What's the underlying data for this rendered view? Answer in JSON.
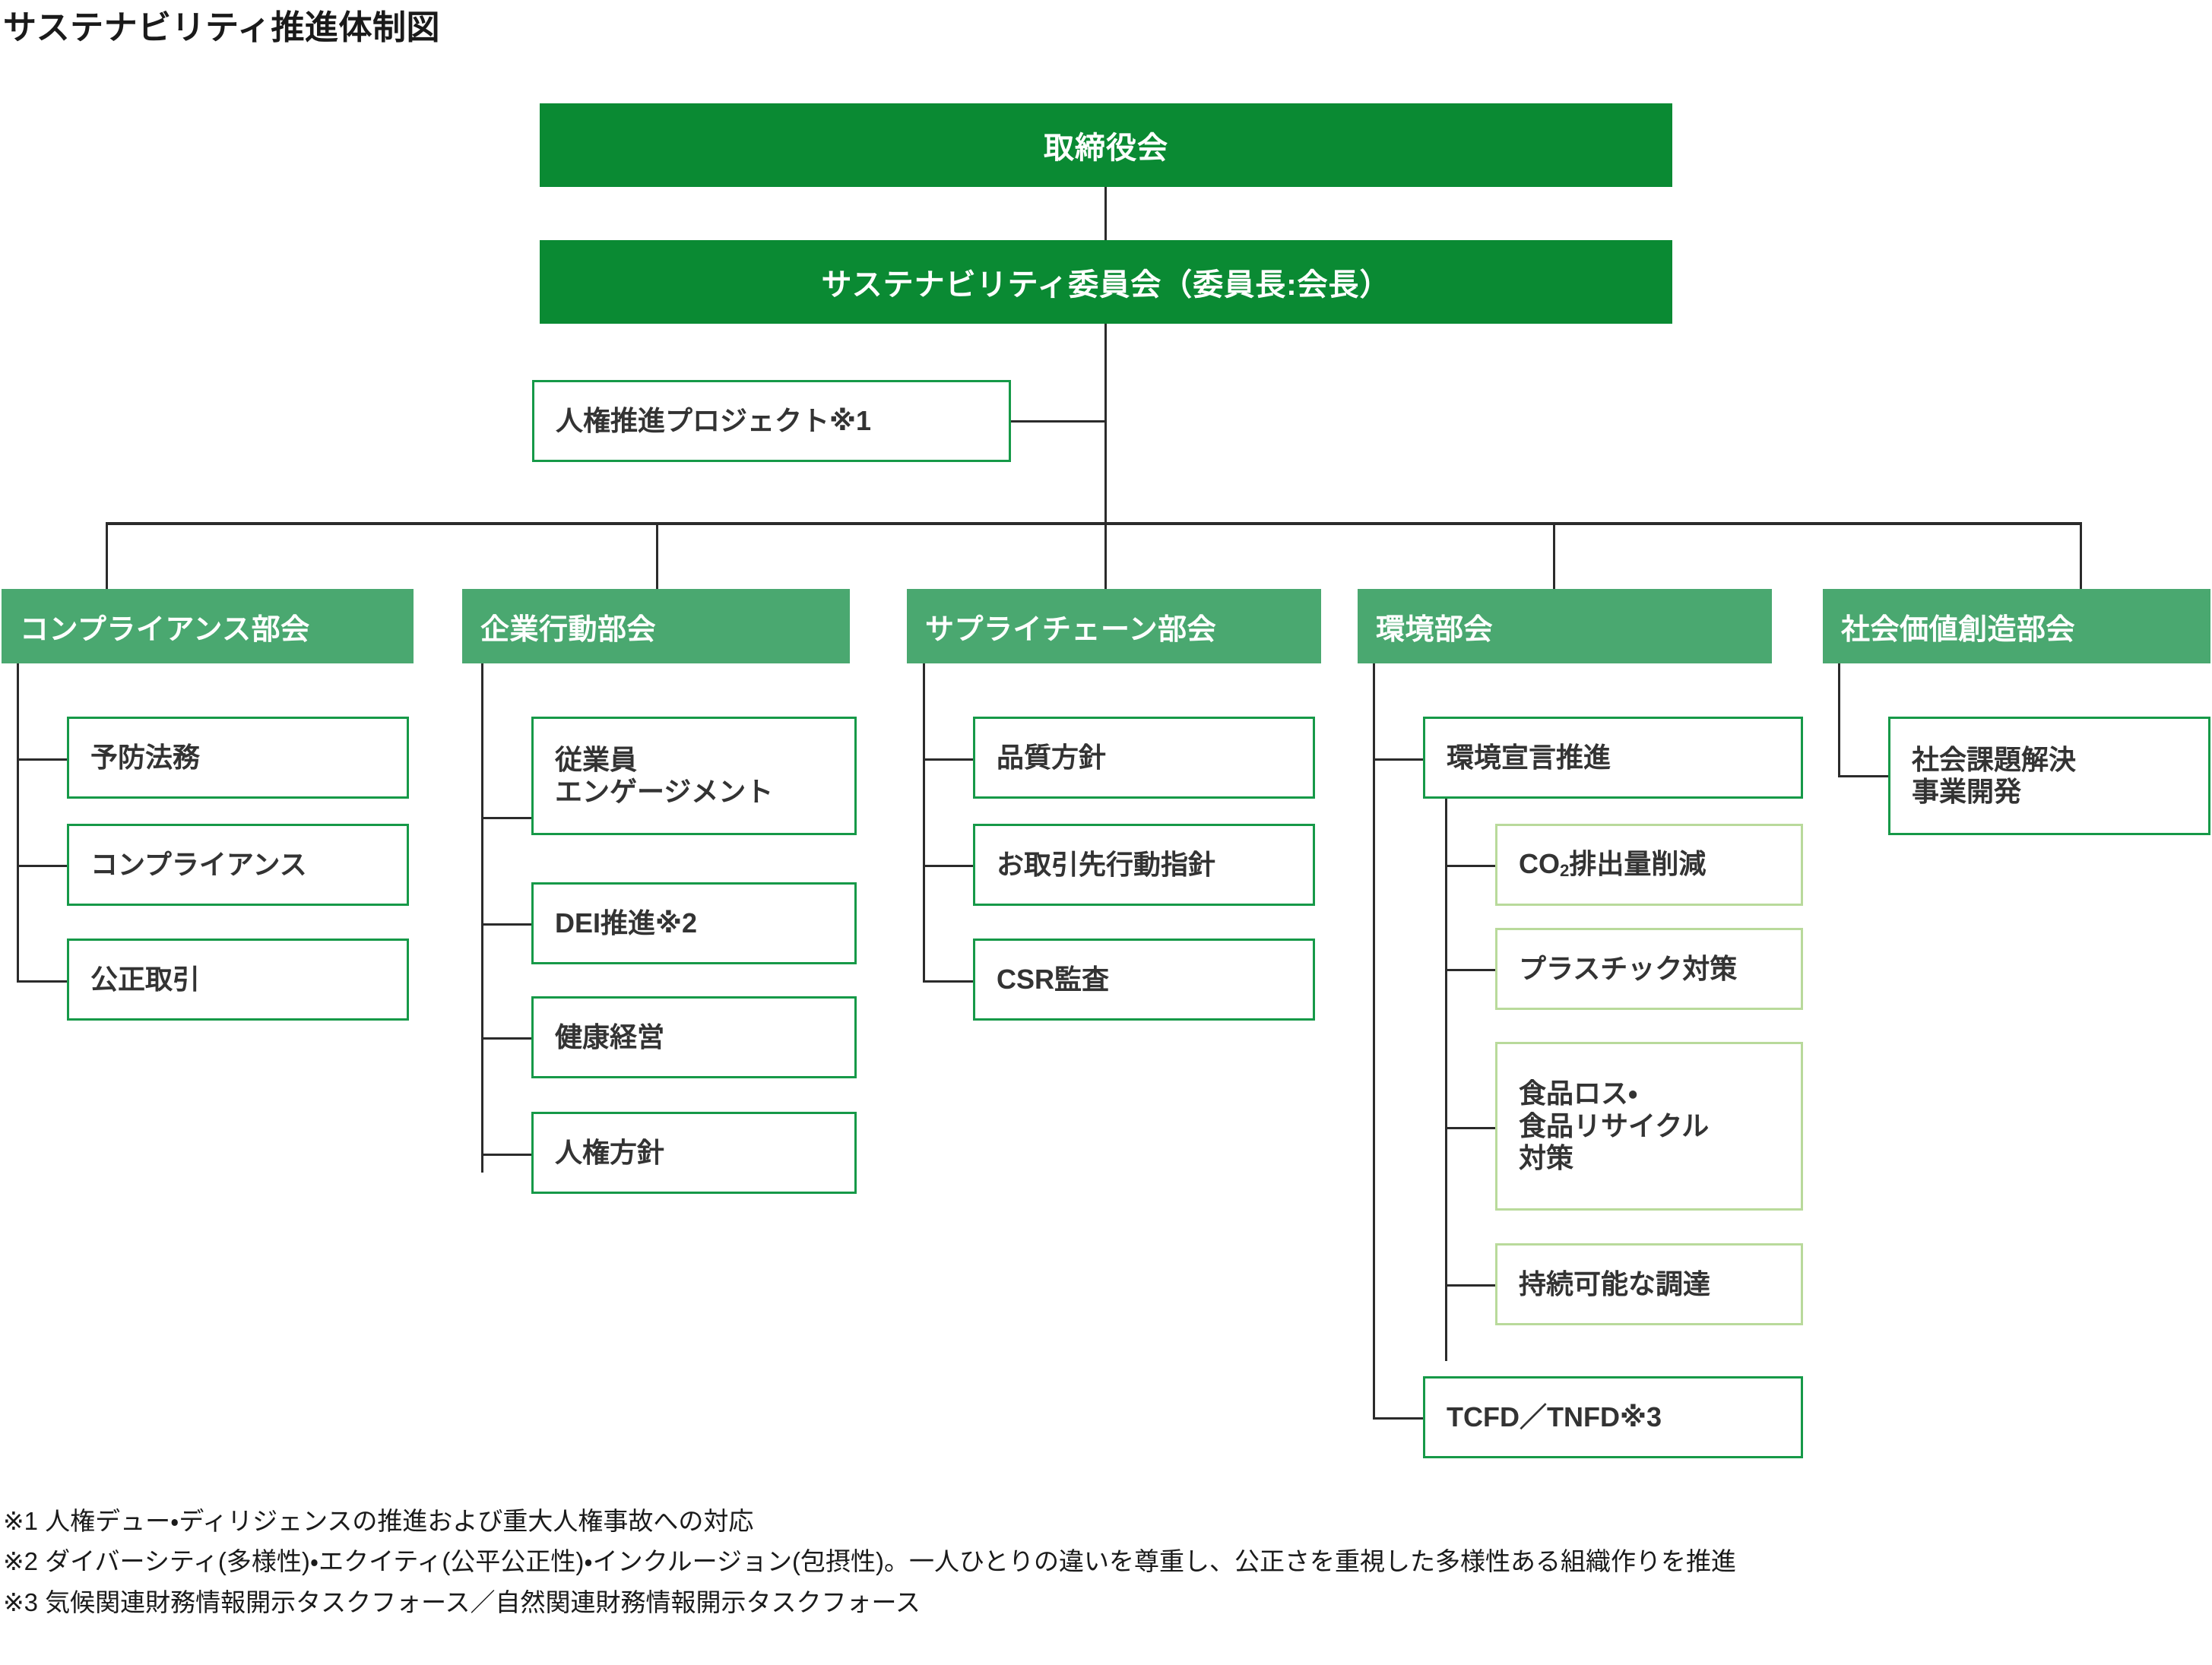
{
  "title": "サステナビリティ推進体制図",
  "colors": {
    "dark_green": "#0a8a33",
    "mid_green": "#4aa870",
    "border_green": "#169948",
    "border_light_green": "#b9da9b",
    "line": "#2b2b2b",
    "text": "#333333",
    "white": "#ffffff"
  },
  "top": {
    "board": "取締役会",
    "committee": "サステナビリティ委員会（委員長:会長）",
    "project": "人権推進プロジェクト※1"
  },
  "departments": [
    {
      "header": "コンプライアンス部会",
      "items": [
        {
          "text": "予防法務"
        },
        {
          "text": "コンプライアンス"
        },
        {
          "text": "公正取引"
        }
      ]
    },
    {
      "header": "企業行動部会",
      "items": [
        {
          "line1": "従業員",
          "line2": "エンゲージメント"
        },
        {
          "text": "DEI推進※2"
        },
        {
          "text": "健康経営"
        },
        {
          "text": "人権方針"
        }
      ]
    },
    {
      "header": "サプライチェーン部会",
      "items": [
        {
          "text": "品質方針"
        },
        {
          "text": "お取引先行動指針"
        },
        {
          "text": "CSR監査"
        }
      ]
    },
    {
      "header": "環境部会",
      "items": [
        {
          "text": "環境宣言推進"
        },
        {
          "text": "TCFD／TNFD※3"
        }
      ],
      "subitems": [
        {
          "text_before": "CO",
          "sub": "2",
          "text_after": "排出量削減"
        },
        {
          "text": "プラスチック対策"
        },
        {
          "line1": "食品ロス・",
          "line2": "食品リサイクル",
          "line3": "対策"
        },
        {
          "text": "持続可能な調達"
        }
      ]
    },
    {
      "header": "社会価値創造部会",
      "items": [
        {
          "line1": "社会課題解決",
          "line2": "事業開発"
        }
      ]
    }
  ],
  "footnotes": [
    "※1 人権デュー・ディリジェンスの推進および重大人権事故への対応",
    "※2 ダイバーシティ(多様性)・エクイティ(公平公正性)・インクルージョン(包摂性)。一人ひとりの違いを尊重し、公正さを重視した多様性ある組織作りを推進",
    "※3 気候関連財務情報開示タスクフォース／自然関連財務情報開示タスクフォース"
  ]
}
